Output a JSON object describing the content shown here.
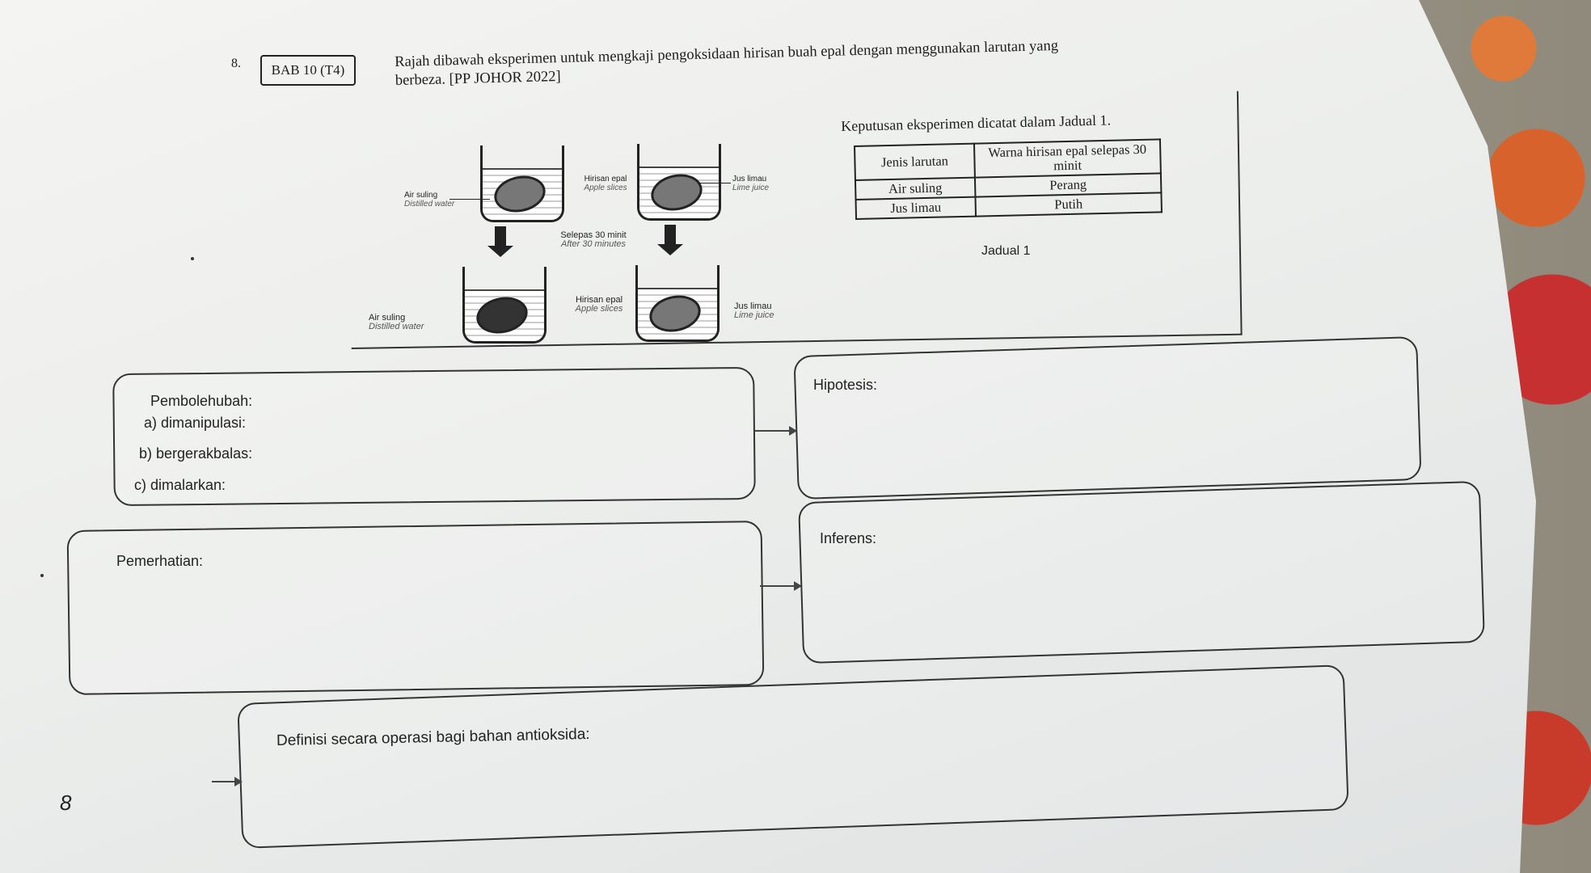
{
  "header": {
    "question_number": "8.",
    "chapter_badge": "BAB 10 (T4)",
    "instruction_line1": "Rajah dibawah eksperimen untuk mengkaji pengoksidaan hirisan buah epal dengan menggunakan larutan yang",
    "instruction_line2": "berbeza. [PP JOHOR 2022]"
  },
  "diagram": {
    "distilled_water_ms": "Air suling",
    "distilled_water_en": "Distilled water",
    "apple_slices_ms": "Hirisan epal",
    "apple_slices_en": "Apple slices",
    "lime_juice_ms": "Jus limau",
    "lime_juice_en": "Lime juice",
    "after_ms": "Selepas 30 minit",
    "after_en": "After 30 minutes"
  },
  "results_table": {
    "caption": "Keputusan eksperimen dicatat dalam Jadual 1.",
    "headers": [
      "Jenis larutan",
      "Warna hirisan epal selepas 30 minit"
    ],
    "rows": [
      [
        "Air suling",
        "Perang"
      ],
      [
        "Jus limau",
        "Putih"
      ]
    ],
    "label": "Jadual 1"
  },
  "boxes": {
    "variables_title": "Pembolehubah:",
    "manipulated": "a) dimanipulasi:",
    "responding": "b) bergerakbalas:",
    "fixed": "c) dimalarkan:",
    "hypothesis": "Hipotesis:",
    "observation": "Pemerhatian:",
    "inference": "Inferens:",
    "operational_definition": "Definisi secara operasi bagi bahan antioksida:"
  },
  "page_number": "8"
}
